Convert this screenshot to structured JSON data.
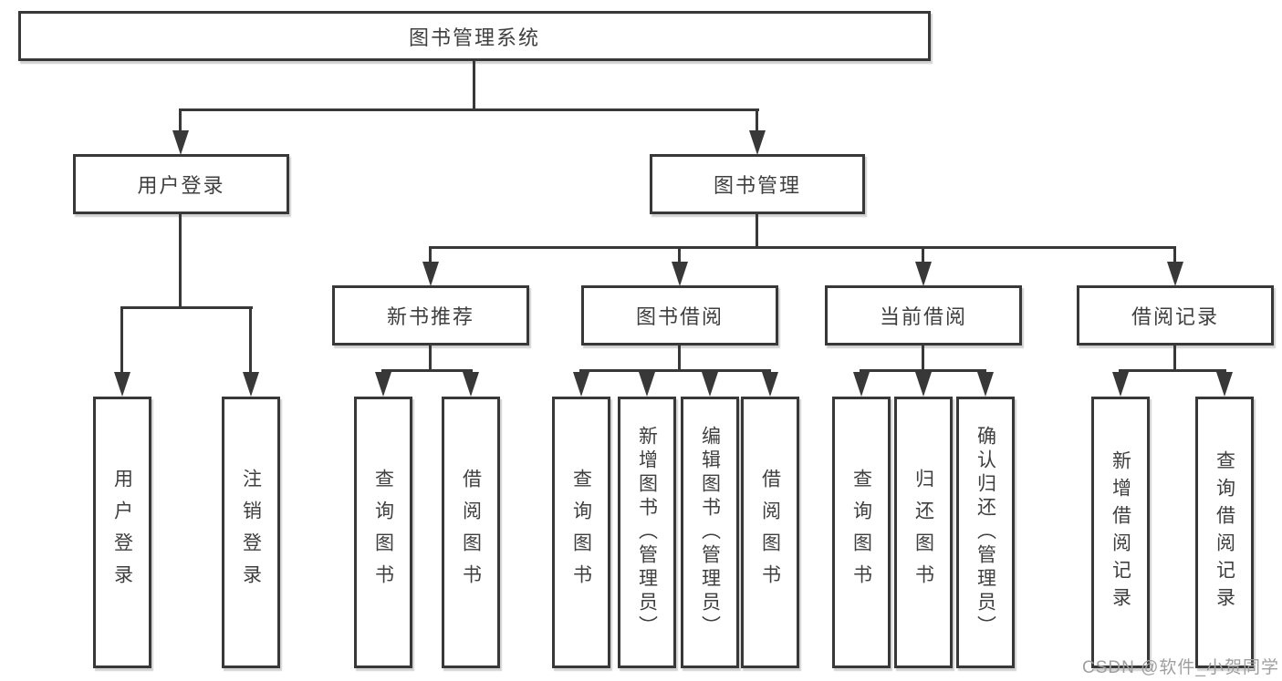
{
  "diagram": {
    "root": "图书管理系统",
    "level2": [
      "用户登录",
      "图书管理"
    ],
    "level3": [
      "新书推荐",
      "图书借阅",
      "当前借阅",
      "借阅记录"
    ],
    "leaves": [
      "用户登录",
      "注销登录",
      "查询图书",
      "借阅图书",
      "查询图书",
      "新增图书（管理员）",
      "编辑图书（管理员）",
      "借阅图书",
      "查询图书",
      "归还图书",
      "确认归还（管理员）",
      "新增借阅记录",
      "查询借阅记录"
    ]
  },
  "watermark": "CSDN @软件_小贺同学",
  "colors": {
    "line": "#383838",
    "text": "#3f3f3f",
    "watermark": "#9f9f9f",
    "background": "#ffffff",
    "box_fill": "#ffffff"
  }
}
